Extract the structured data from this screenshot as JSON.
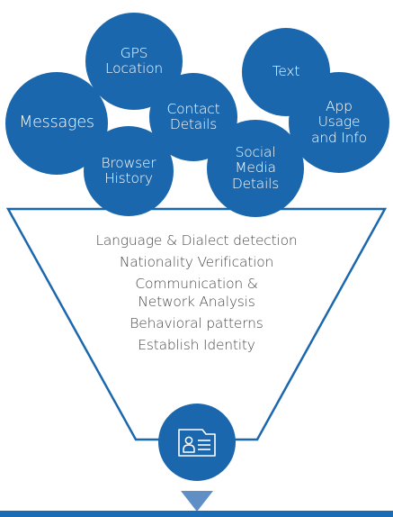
{
  "colors": {
    "bubble": "#1a67ad",
    "funnel_stroke": "#1a67ad",
    "arrow": "#5f8fc4",
    "bottom_bar": "#1a6db5",
    "text": "#4a4a4a"
  },
  "bubbles": [
    {
      "label": "GPS\nLocation",
      "name": "bubble-gps-location"
    },
    {
      "label": "Text",
      "name": "bubble-text"
    },
    {
      "label": "Messages",
      "name": "bubble-messages"
    },
    {
      "label": "Contact\nDetails",
      "name": "bubble-contact-details"
    },
    {
      "label": "App\nUsage\nand Info",
      "name": "bubble-app-usage"
    },
    {
      "label": "Browser\nHistory",
      "name": "bubble-browser-history"
    },
    {
      "label": "Social\nMedia\nDetails",
      "name": "bubble-social-media"
    }
  ],
  "funnel_lines": [
    "Language & Dialect detection",
    "Nationality Verification",
    "Communication &\nNetwork Analysis",
    "Behavioral patterns",
    "Establish Identity"
  ],
  "icons": {
    "identity": "id-card-icon",
    "arrow": "arrow-down-icon"
  }
}
